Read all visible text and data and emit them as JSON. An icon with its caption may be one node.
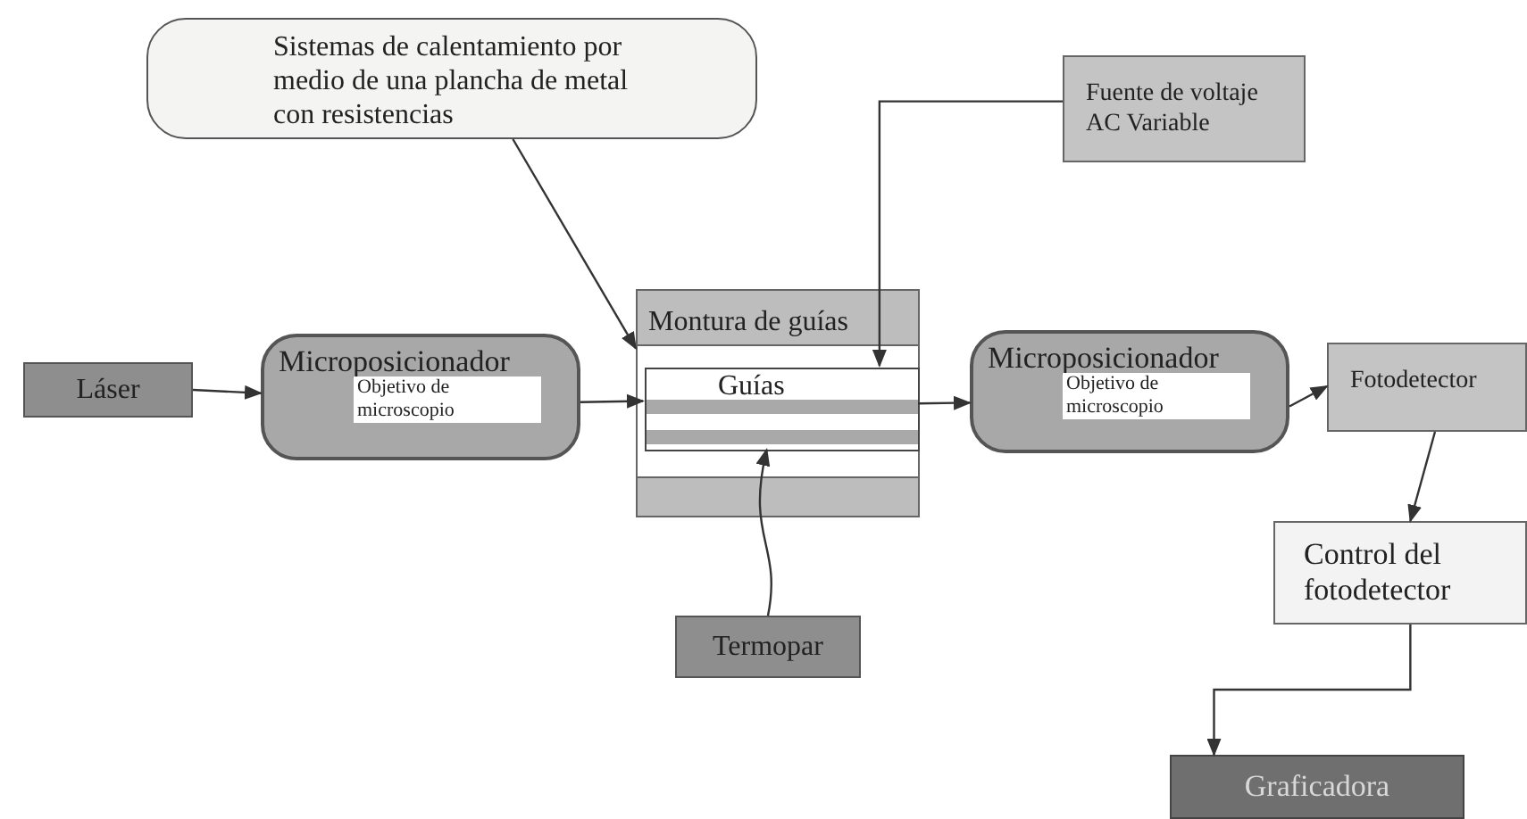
{
  "diagram": {
    "nodes": [
      {
        "text": [
          "Sistemas de calentamiento por medio de una  plancha de metal con resistencias"
        ]
      },
      {
        "text": [
          "Fuente de voltaje AC Variable"
        ]
      },
      {
        "text": [
          "Láser"
        ]
      },
      {
        "text": [
          "Microposicionador",
          "Objetivo de microscopio"
        ]
      },
      {
        "text": [
          "Montura de guías"
        ]
      },
      {
        "text": [
          "Guías"
        ],
        "in": 4
      },
      {
        "text": [
          "Microposicionador",
          "Objetivo de microscopio"
        ]
      },
      {
        "text": [
          "Fotodetector"
        ]
      },
      {
        "text": [
          "Control del fotodetector"
        ]
      },
      {
        "text": [
          "Termopar"
        ]
      },
      {
        "text": [
          "Graficadora"
        ]
      }
    ],
    "edges": [
      {
        "from": 0,
        "to": 4,
        "arrow": "to"
      },
      {
        "from": 1,
        "to": 5,
        "arrow": "to"
      },
      {
        "from": 2,
        "to": 3,
        "arrow": "to"
      },
      {
        "from": 3,
        "to": 5,
        "arrow": "to"
      },
      {
        "from": 5,
        "to": 6,
        "arrow": "to"
      },
      {
        "from": 6,
        "to": 7,
        "arrow": "to"
      },
      {
        "from": 7,
        "to": 8,
        "arrow": "to"
      },
      {
        "from": 8,
        "to": 10,
        "arrow": "to"
      },
      {
        "from": 9,
        "to": 5,
        "arrow": "to"
      }
    ]
  }
}
